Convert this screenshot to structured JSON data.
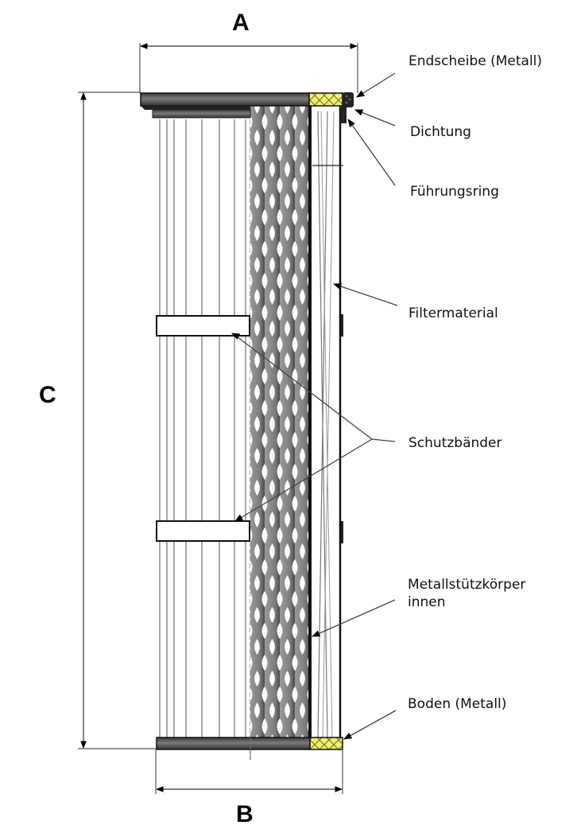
{
  "dimensions": {
    "a": "A",
    "b": "B",
    "c": "C"
  },
  "callouts": {
    "endscheibe": "Endscheibe (Metall)",
    "dichtung": "Dichtung",
    "fuehrungsring": "Führungsring",
    "filtermaterial": "Filtermaterial",
    "schutzbaender": "Schutzbänder",
    "metallstuetz_line1": "Metallstützkörper",
    "metallstuetz_line2": "innen",
    "boden": "Boden (Metall)"
  },
  "colors": {
    "seal_yellow": "#f0f070",
    "endcap_dark": "#555555",
    "mesh_gray": "#8a8a8a",
    "line": "#000000"
  }
}
